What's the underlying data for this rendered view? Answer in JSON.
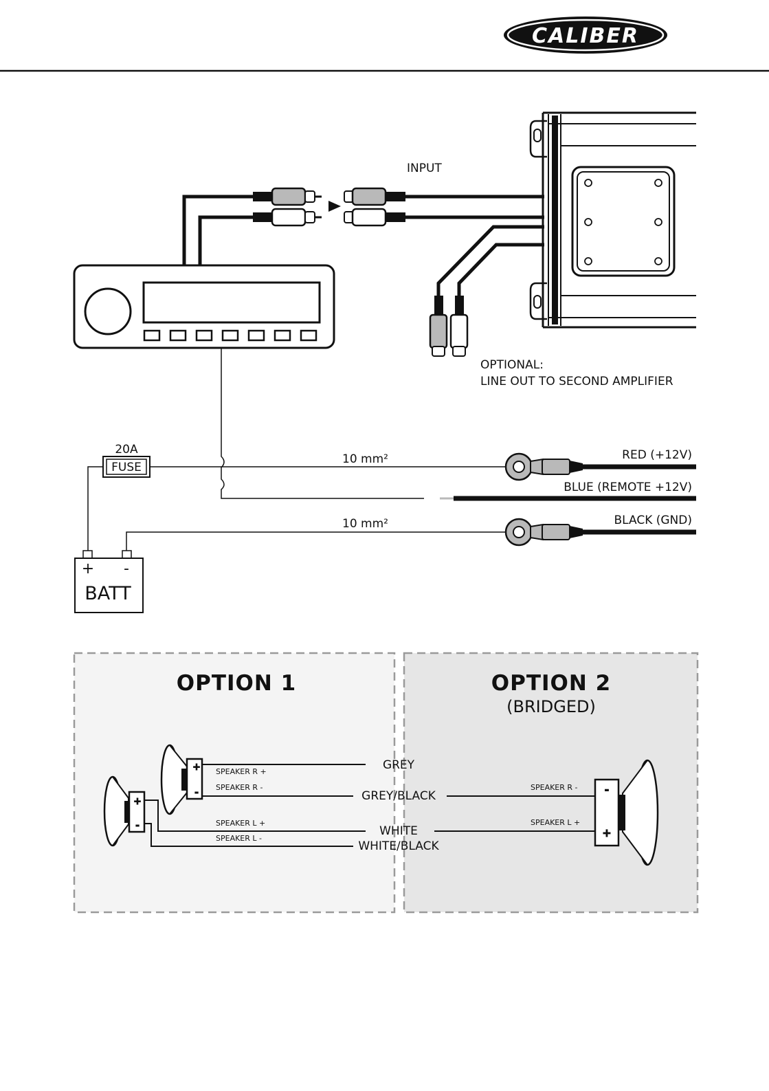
{
  "brand": {
    "logo_text": "CALIBER"
  },
  "labels": {
    "input": "INPUT",
    "optional_line1": "OPTIONAL:",
    "optional_line2": "LINE OUT TO SECOND AMPLIFIER",
    "fuse_rating": "20A",
    "fuse": "FUSE",
    "cable_size_1": "10 mm²",
    "cable_size_2": "10 mm²",
    "red": "RED (+12V)",
    "blue": "BLUE (REMOTE +12V)",
    "black": "BLACK (GND)",
    "batt": "BATT",
    "batt_plus": "+",
    "batt_minus": "-"
  },
  "option1": {
    "title": "OPTION 1",
    "speaker_r_plus": "SPEAKER R +",
    "speaker_r_minus": "SPEAKER R -",
    "speaker_l_plus": "SPEAKER L +",
    "speaker_l_minus": "SPEAKER L -",
    "terminal_plus": "+",
    "terminal_minus": "-"
  },
  "option2": {
    "title": "OPTION 2",
    "subtitle": "(BRIDGED)",
    "speaker_r_minus": "SPEAKER R -",
    "speaker_l_plus": "SPEAKER L +",
    "terminal_plus": "+",
    "terminal_minus": "-"
  },
  "wire_colors": {
    "grey": "GREY",
    "grey_black": "GREY/BLACK",
    "white": "WHITE",
    "white_black": "WHITE/BLACK"
  },
  "colors": {
    "line": "#111111",
    "panel_left": "#f4f4f4",
    "panel_right": "#e6e6e6",
    "dash": "#9a9a9a",
    "grey_wire": "#b9b9b9"
  }
}
